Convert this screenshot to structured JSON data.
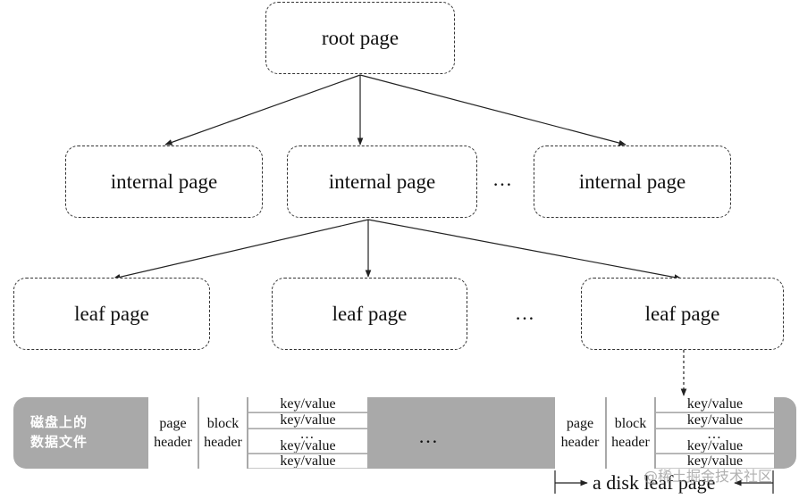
{
  "diagram": {
    "root": {
      "label": "root page"
    },
    "internal": [
      {
        "label": "internal page"
      },
      {
        "label": "internal page"
      },
      {
        "label": "internal page"
      }
    ],
    "internal_ellipsis": "…",
    "leaves": [
      {
        "label": "leaf page"
      },
      {
        "label": "leaf page"
      },
      {
        "label": "leaf page"
      }
    ],
    "leaf_ellipsis": "…",
    "disk": {
      "label_line1": "磁盘上的",
      "label_line2": "数据文件",
      "gap_ellipsis": "…",
      "page_blocks": [
        {
          "page_header": [
            "page",
            "header"
          ],
          "block_header": [
            "block",
            "header"
          ],
          "kv_rows": [
            "key/value",
            "key/value",
            "…",
            "key/value",
            "key/value"
          ]
        },
        {
          "page_header": [
            "page",
            "header"
          ],
          "block_header": [
            "block",
            "header"
          ],
          "kv_rows": [
            "key/value",
            "key/value",
            "…",
            "key/value",
            "key/value"
          ]
        }
      ]
    },
    "caption": "a disk leaf page",
    "watermark": "@稀土掘金技术社区",
    "colors": {
      "disk_bar": "#a9a9a9",
      "disk_label": "#ffffff",
      "border": "#333333"
    }
  }
}
